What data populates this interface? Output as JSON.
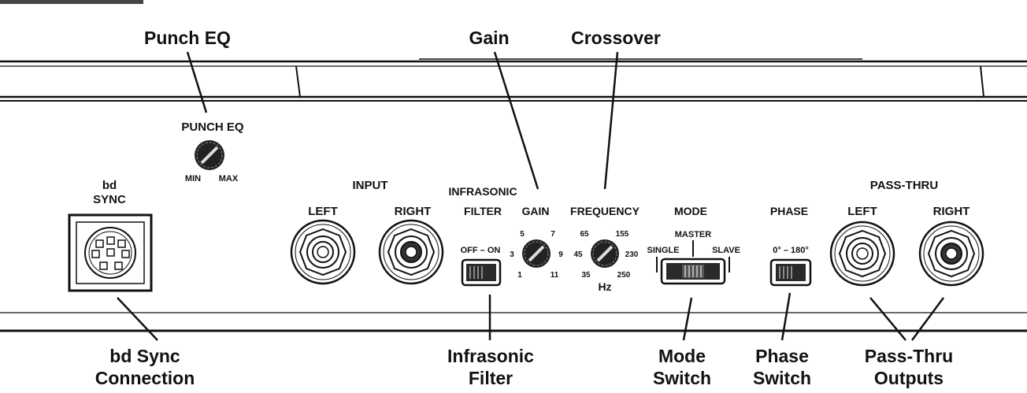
{
  "callouts": {
    "punch_eq": "Punch EQ",
    "gain": "Gain",
    "crossover": "Crossover",
    "bd_sync_line1": "bd Sync",
    "bd_sync_line2": "Connection",
    "infrasonic_line1": "Infrasonic",
    "infrasonic_line2": "Filter",
    "mode_line1": "Mode",
    "mode_line2": "Switch",
    "phase_line1": "Phase",
    "phase_line2": "Switch",
    "passthru_line1": "Pass-Thru",
    "passthru_line2": "Outputs"
  },
  "panel": {
    "punch_eq": {
      "title": "PUNCH EQ",
      "min": "MIN",
      "max": "MAX"
    },
    "bd_sync": {
      "line1": "bd",
      "line2": "SYNC"
    },
    "input": {
      "title": "INPUT",
      "left": "LEFT",
      "right": "RIGHT"
    },
    "infrasonic": {
      "line1": "INFRASONIC",
      "line2": "FILTER",
      "switch": "OFF – ON"
    },
    "gain": {
      "title": "GAIN",
      "ticks": [
        "5",
        "7",
        "3",
        "9",
        "1",
        "11"
      ]
    },
    "frequency": {
      "title": "FREQUENCY",
      "ticks": [
        "65",
        "155",
        "45",
        "230",
        "35",
        "250"
      ],
      "unit": "Hz"
    },
    "mode": {
      "title": "MODE",
      "master": "MASTER",
      "single": "SINGLE",
      "slave": "SLAVE"
    },
    "phase": {
      "title": "PHASE",
      "switch": "0° – 180°"
    },
    "pass_thru": {
      "title": "PASS-THRU",
      "left": "LEFT",
      "right": "RIGHT"
    }
  },
  "colors": {
    "ink": "#111111",
    "background": "#ffffff",
    "switch_fill": "#2a2a2a"
  }
}
